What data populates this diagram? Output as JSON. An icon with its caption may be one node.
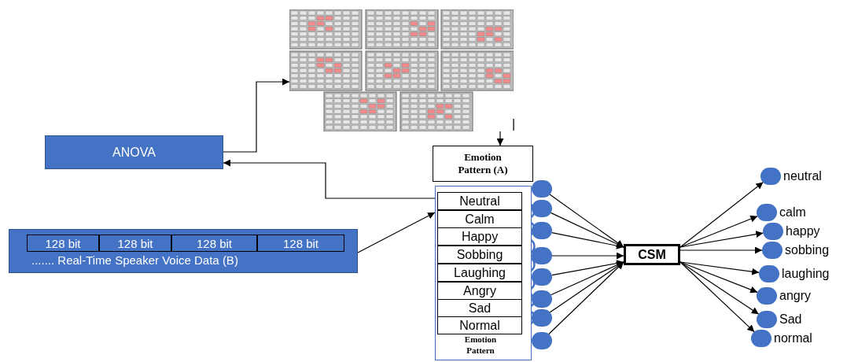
{
  "diagram": {
    "nodes": [
      {
        "text": [],
        "shape": "picture"
      },
      {
        "text": [
          "ANOVA"
        ]
      },
      {
        "text": [
          "....... Real-Time Speaker Voice Data (B)"
        ]
      },
      {
        "text": [
          "128 bit"
        ],
        "in": 2
      },
      {
        "text": [
          "128 bit"
        ],
        "in": 2
      },
      {
        "text": [
          "128 bit"
        ],
        "in": 2
      },
      {
        "text": [
          "128 bit"
        ],
        "in": 2
      },
      {
        "text": [
          "Emotion Pattern (A)"
        ]
      },
      {
        "text": [
          "Emotion Pattern"
        ]
      },
      {
        "text": [
          "Neutral"
        ],
        "in": 8
      },
      {
        "text": [
          "Calm"
        ],
        "in": 8
      },
      {
        "text": [
          "Happy"
        ],
        "in": 8
      },
      {
        "text": [
          "Sobbing"
        ],
        "in": 8
      },
      {
        "text": [
          "Laughing"
        ],
        "in": 8
      },
      {
        "text": [
          "Angry"
        ],
        "in": 8
      },
      {
        "text": [
          "Sad"
        ],
        "in": 8
      },
      {
        "text": [
          "Normal"
        ],
        "in": 8
      },
      {
        "text": [],
        "shape": "circle"
      },
      {
        "text": [],
        "shape": "circle"
      },
      {
        "text": [],
        "shape": "circle"
      },
      {
        "text": [],
        "shape": "circle"
      },
      {
        "text": [],
        "shape": "circle"
      },
      {
        "text": [],
        "shape": "circle"
      },
      {
        "text": [],
        "shape": "circle"
      },
      {
        "text": [],
        "shape": "circle"
      },
      {
        "text": [
          "CSM"
        ]
      },
      {
        "text": [],
        "shape": "circle",
        "beside": [
          "neutral"
        ]
      },
      {
        "text": [],
        "shape": "circle",
        "beside": [
          "calm"
        ]
      },
      {
        "text": [],
        "shape": "circle",
        "beside": [
          "happy"
        ]
      },
      {
        "text": [],
        "shape": "circle",
        "beside": [
          "sobbing"
        ]
      },
      {
        "text": [],
        "shape": "circle",
        "beside": [
          "laughing"
        ]
      },
      {
        "text": [],
        "shape": "circle",
        "beside": [
          "angry"
        ]
      },
      {
        "text": [],
        "shape": "circle",
        "beside": [
          "Sad"
        ]
      },
      {
        "text": [],
        "shape": "circle",
        "beside": [
          "normal"
        ]
      }
    ],
    "edges": [
      {
        "from": 1,
        "to": 0,
        "arrow": "to"
      },
      {
        "from": 0,
        "to": 7,
        "arrow": "to"
      },
      {
        "from": 8,
        "to": 1,
        "arrow": "to"
      },
      {
        "from": 2,
        "to": 8,
        "arrow": "to"
      },
      {
        "from": 9,
        "to": 10,
        "arrow": "to",
        "color": "#4472c4"
      },
      {
        "from": 10,
        "to": 11,
        "arrow": "to",
        "color": "#4472c4"
      },
      {
        "from": 11,
        "to": 12,
        "arrow": "to",
        "color": "#4472c4"
      },
      {
        "from": 12,
        "to": 13,
        "arrow": "to",
        "color": "#4472c4"
      },
      {
        "from": 13,
        "to": 14,
        "arrow": "to",
        "color": "#4472c4"
      },
      {
        "from": 14,
        "to": 15,
        "arrow": "to",
        "color": "#4472c4"
      },
      {
        "from": 15,
        "to": 16,
        "arrow": "to",
        "color": "#4472c4"
      },
      {
        "from": 17,
        "to": 25,
        "arrow": "to"
      },
      {
        "from": 18,
        "to": 25,
        "arrow": "to"
      },
      {
        "from": 19,
        "to": 25,
        "arrow": "to"
      },
      {
        "from": 20,
        "to": 25,
        "arrow": "to"
      },
      {
        "from": 21,
        "to": 25,
        "arrow": "to"
      },
      {
        "from": 22,
        "to": 25,
        "arrow": "to"
      },
      {
        "from": 23,
        "to": 25,
        "arrow": "to"
      },
      {
        "from": 24,
        "to": 25,
        "arrow": "to"
      },
      {
        "from": 25,
        "to": 26,
        "arrow": "to"
      },
      {
        "from": 25,
        "to": 27,
        "arrow": "to"
      },
      {
        "from": 25,
        "to": 28,
        "arrow": "to"
      },
      {
        "from": 25,
        "to": 29,
        "arrow": "to"
      },
      {
        "from": 25,
        "to": 30,
        "arrow": "to"
      },
      {
        "from": 25,
        "to": 31,
        "arrow": "to"
      },
      {
        "from": 25,
        "to": 32,
        "arrow": "to"
      },
      {
        "from": 25,
        "to": 33,
        "arrow": "to"
      }
    ],
    "labels": [
      "|"
    ]
  }
}
